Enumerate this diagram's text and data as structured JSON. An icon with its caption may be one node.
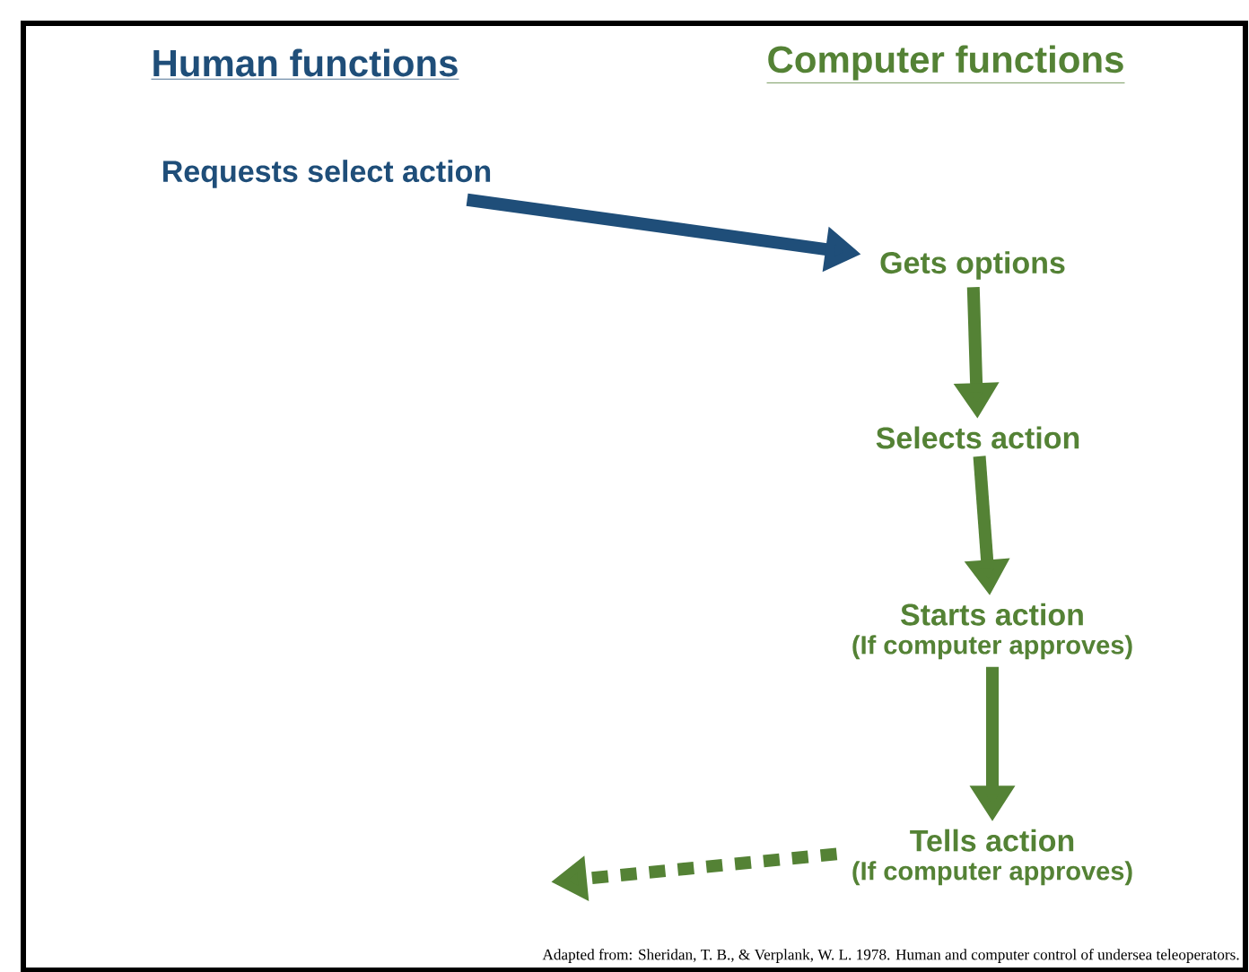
{
  "diagram": {
    "caption": "Adapted from: Sheridan, T. B., & Verplank, W. L. 1978. Human and computer control of undersea teleoperators.",
    "nodes": [
      {
        "text": [
          "Requests select action"
        ]
      },
      {
        "text": [
          "Gets options"
        ]
      },
      {
        "text": [
          "Selects action"
        ]
      },
      {
        "text": [
          "Starts action",
          "(If computer approves)"
        ]
      },
      {
        "text": [
          "Tells action",
          "(If computer approves)"
        ]
      }
    ],
    "edges": [
      {
        "from": 0,
        "to": 1,
        "arrow": "to",
        "color": "#1f4e79"
      },
      {
        "from": 1,
        "to": 2,
        "arrow": "to"
      },
      {
        "from": 2,
        "to": 3,
        "arrow": "to"
      },
      {
        "from": 3,
        "to": 4,
        "arrow": "to"
      },
      {
        "from": 4,
        "to": null,
        "arrow": "to",
        "style": "dashed"
      }
    ],
    "labels": [
      "Human functions",
      "Computer functions"
    ]
  }
}
